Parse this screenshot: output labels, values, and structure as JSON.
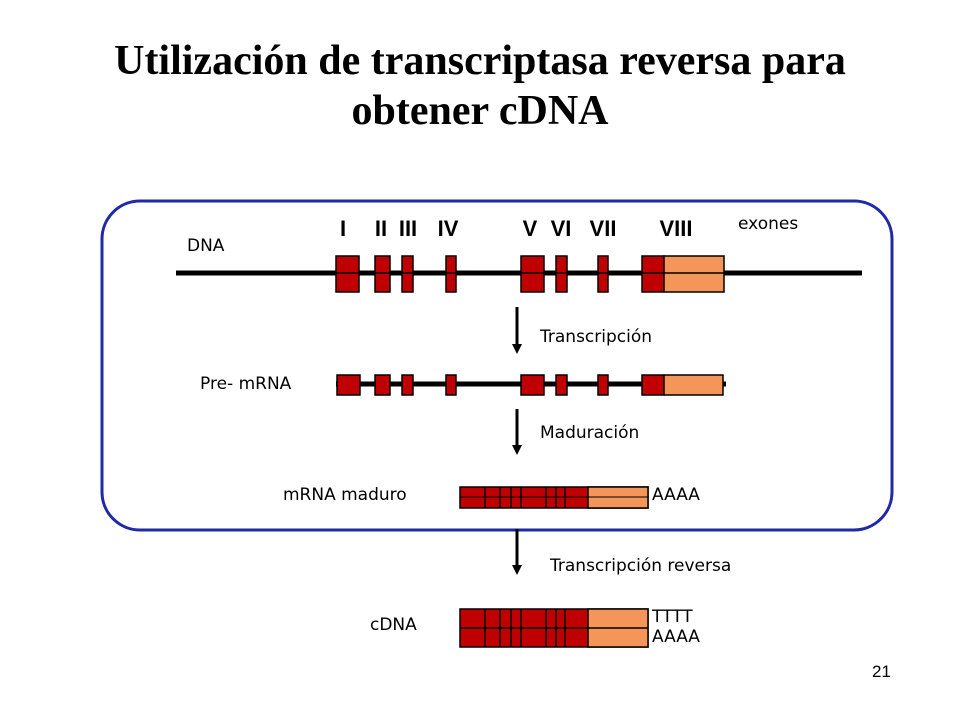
{
  "slide": {
    "title_line1": "Utilización de transcriptasa reversa para",
    "title_line2": "obtener cDNA",
    "page_number": "21"
  },
  "diagram": {
    "exon_labels": [
      "I",
      "II",
      "III",
      "IV",
      "V",
      "VI",
      "VII",
      "VIII"
    ],
    "exones_label": "exones",
    "dna_label": "DNA",
    "pre_mrna_label": "Pre- mRNA",
    "mrna_label": "mRNA maduro",
    "cdna_label": "cDNA",
    "step_transcripcion": "Transcripción",
    "step_maduracion": "Maduración",
    "step_transcripcion_reversa": "Transcripción reversa",
    "poly_a": "AAAA",
    "poly_t": "TTTT",
    "colors": {
      "exon": "#c00000",
      "utr": "#f4955a",
      "frame": "#1f2aa6",
      "line": "#000000"
    }
  }
}
